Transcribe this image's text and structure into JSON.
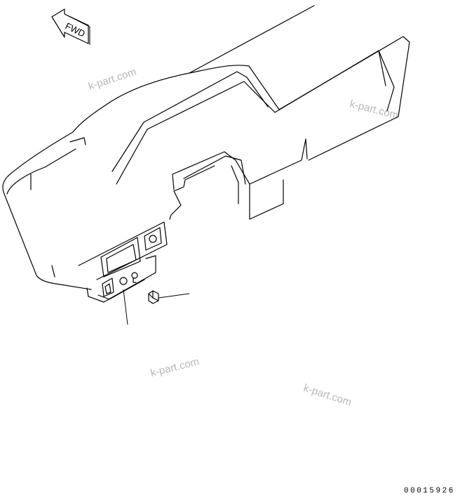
{
  "diagram": {
    "direction_label": "FWD",
    "part_number": "00015926",
    "watermarks": [
      "k-part.com",
      "k-part.com",
      "k-part.com",
      "k-part.com"
    ]
  }
}
